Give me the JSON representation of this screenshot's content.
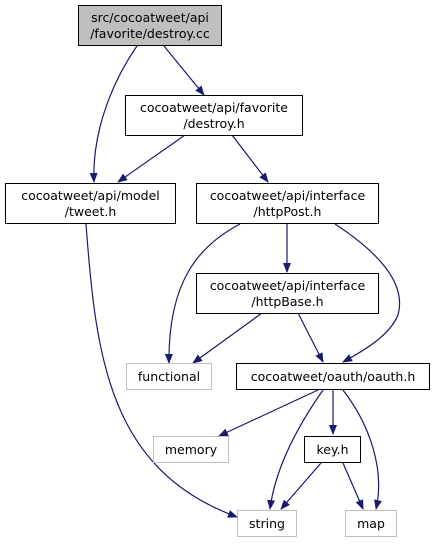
{
  "diagram": {
    "type": "include-dependency-graph",
    "colors": {
      "edge": "#191970",
      "root_fill": "#bfbfbf",
      "node_border": "#000000",
      "external_border": "#bfbfbf"
    },
    "nodes": {
      "root": {
        "line1": "src/cocoatweet/api",
        "line2": "/favorite/destroy.cc"
      },
      "destroy_h": {
        "line1": "cocoatweet/api/favorite",
        "line2": "/destroy.h"
      },
      "tweet_h": {
        "line1": "cocoatweet/api/model",
        "line2": "/tweet.h"
      },
      "httppost_h": {
        "line1": "cocoatweet/api/interface",
        "line2": "/httpPost.h"
      },
      "httpbase_h": {
        "line1": "cocoatweet/api/interface",
        "line2": "/httpBase.h"
      },
      "functional": {
        "label": "functional"
      },
      "oauth_h": {
        "label": "cocoatweet/oauth/oauth.h"
      },
      "memory": {
        "label": "memory"
      },
      "key_h": {
        "label": "key.h"
      },
      "string": {
        "label": "string"
      },
      "map": {
        "label": "map"
      }
    },
    "edges": [
      {
        "from": "root",
        "to": "destroy_h"
      },
      {
        "from": "root",
        "to": "tweet_h"
      },
      {
        "from": "destroy_h",
        "to": "tweet_h"
      },
      {
        "from": "destroy_h",
        "to": "httppost_h"
      },
      {
        "from": "tweet_h",
        "to": "string"
      },
      {
        "from": "httppost_h",
        "to": "functional"
      },
      {
        "from": "httppost_h",
        "to": "httpbase_h"
      },
      {
        "from": "httppost_h",
        "to": "oauth_h"
      },
      {
        "from": "httpbase_h",
        "to": "functional"
      },
      {
        "from": "httpbase_h",
        "to": "oauth_h"
      },
      {
        "from": "oauth_h",
        "to": "memory"
      },
      {
        "from": "oauth_h",
        "to": "string"
      },
      {
        "from": "oauth_h",
        "to": "key_h"
      },
      {
        "from": "oauth_h",
        "to": "map"
      },
      {
        "from": "key_h",
        "to": "string"
      },
      {
        "from": "key_h",
        "to": "map"
      }
    ]
  }
}
